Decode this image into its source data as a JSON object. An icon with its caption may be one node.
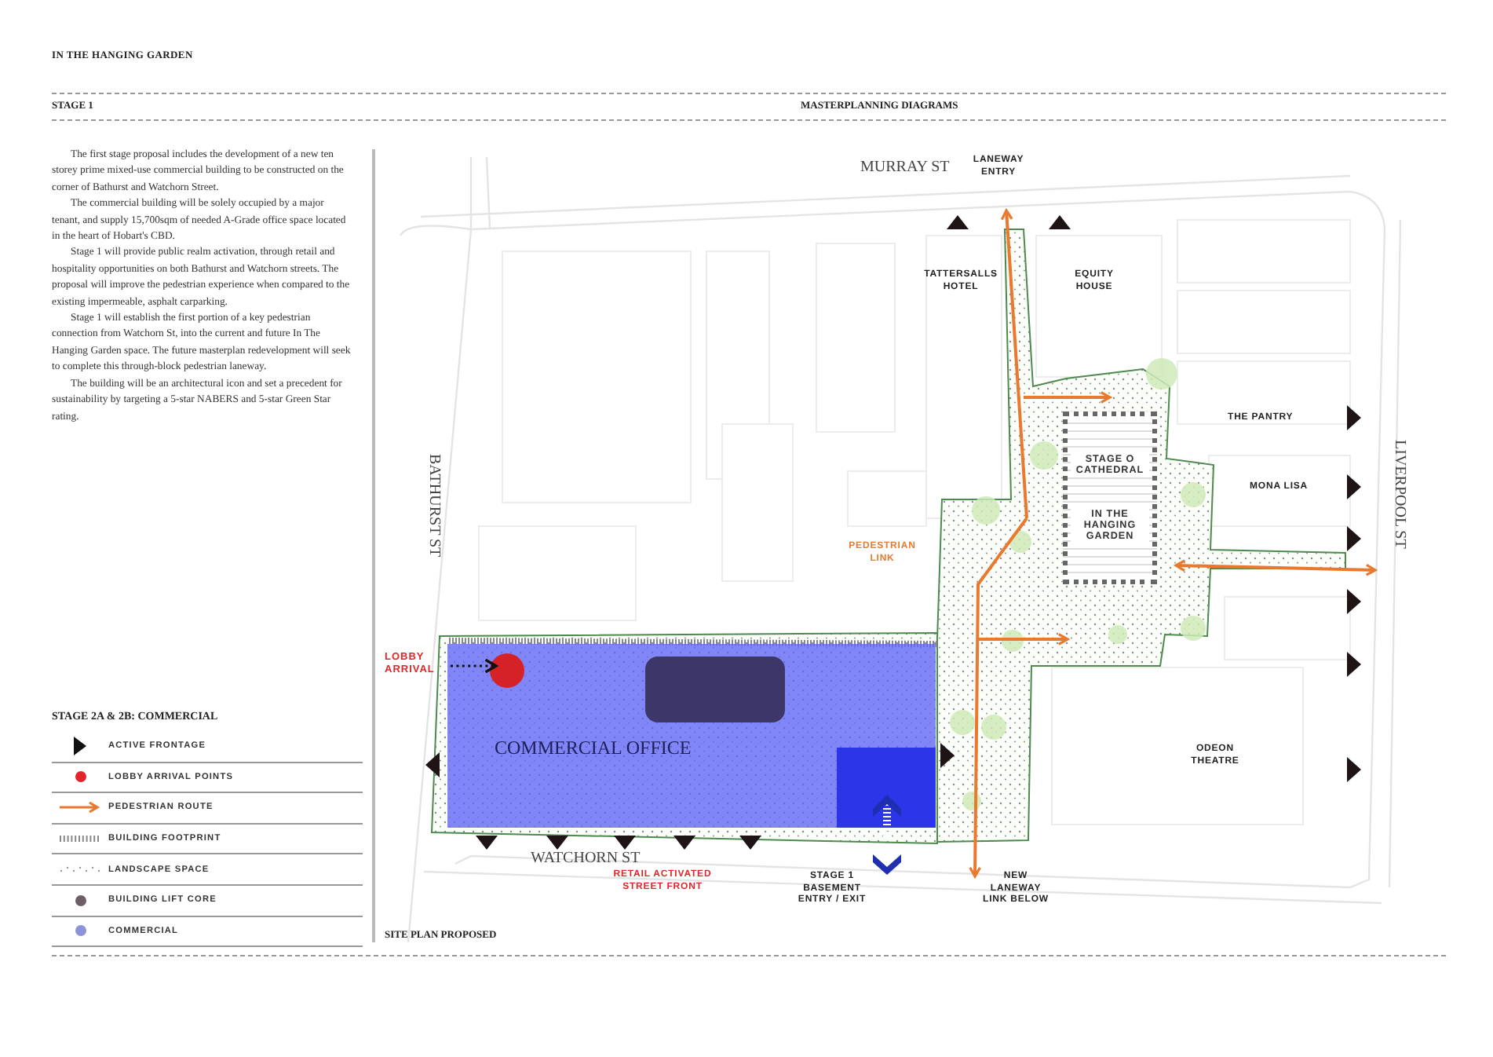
{
  "diagram": {
    "title": "IN THE HANGING GARDEN",
    "nodes": [
      {
        "text": [
          "COMMERCIAL OFFICE"
        ]
      },
      {
        "text": [
          "STAGE O CATHEDRAL",
          "IN THE HANGING GARDEN"
        ]
      },
      {
        "text": [
          "LOBBY ARRIVAL"
        ]
      },
      {
        "text": [],
        "shape": "circle",
        "in": 0
      },
      {
        "text": [],
        "shape": "box",
        "in": 0
      },
      {
        "text": [],
        "shape": "box",
        "in": 0
      }
    ],
    "edges": [
      {
        "from": 2,
        "to": 3,
        "arrow": "to",
        "style": "dashed"
      }
    ],
    "labels": [
      "STAGE 1",
      "MASTERPLANNING DIAGRAMS",
      "The first stage proposal includes the development of a new ten storey prime mixed-use commercial building to be constructed on the corner of Bathurst and Watchorn Street.",
      "The commercial building will be solely occupied by a major tenant, and supply 15,700sqm of needed A-Grade office space located in the heart of Hobart's CBD.",
      "Stage 1 will provide public realm activation, through retail and hospitality opportunities on both Bathurst and Watchorn streets. The proposal will improve the pedestrian experience when compared to the existing impermeable, asphalt carparking.",
      "Stage 1 will establish the first portion of a key pedestrian connection from Watchorn St, into the current and future In The Hanging Garden space. The future masterplan redevelopment will seek to complete this through-block pedestrian laneway.",
      "The building will be an architectural icon and set a precedent for sustainability by targeting a 5-star NABERS and 5-star Green Star rating.",
      "MURRAY ST",
      "LANEWAY ENTRY",
      "TATTERSALLS HOTEL",
      "EQUITY HOUSE",
      "THE PANTRY",
      "BATHURST ST",
      "LIVERPOOL ST",
      "MONA LISA",
      "PEDESTRIAN LINK",
      "ODEON THEATRE",
      "WATCHORN ST",
      "RETAIL ACTIVATED STREET FRONT",
      "STAGE 1 BASEMENT ENTRY / EXIT",
      "NEW LANEWAY LINK BELOW",
      "STAGE 2A & 2B: COMMERCIAL",
      "SITE PLAN PROPOSED"
    ],
    "legend": [
      {
        "text": "ACTIVE FRONTAGE"
      },
      {
        "text": "LOBBY ARRIVAL POINTS",
        "color": "#e0262b"
      },
      {
        "text": "PEDESTRIAN ROUTE"
      },
      {
        "text": "BUILDING FOOTPRINT"
      },
      {
        "text": "LANDSCAPE SPACE"
      },
      {
        "text": "BUILDING LIFT CORE",
        "color": "#6e5f66"
      },
      {
        "text": "COMMERCIAL",
        "color": "#8c93d9"
      }
    ]
  }
}
